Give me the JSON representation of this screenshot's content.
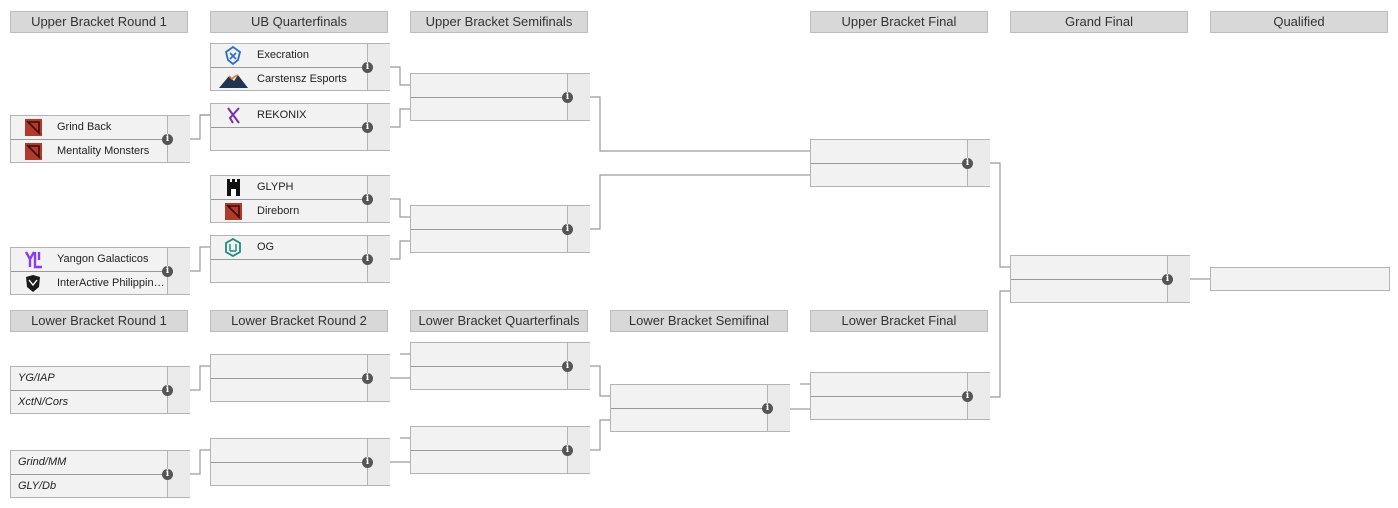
{
  "headers": {
    "ub_r1": "Upper Bracket Round 1",
    "ub_qf": "UB Quarterfinals",
    "ub_sf": "Upper Bracket Semifinals",
    "ub_f": "Upper Bracket Final",
    "gf": "Grand Final",
    "qualified": "Qualified",
    "lb_r1": "Lower Bracket Round 1",
    "lb_r2": "Lower Bracket Round 2",
    "lb_qf": "Lower Bracket Quarterfinals",
    "lb_sf": "Lower Bracket Semifinal",
    "lb_f": "Lower Bracket Final"
  },
  "teams": {
    "execration": "Execration",
    "carstensz": "Carstensz Esports",
    "rekonix": "REKONIX",
    "grind_back": "Grind Back",
    "mentality": "Mentality Monsters",
    "glyph": "GLYPH",
    "direborn": "Direborn",
    "og": "OG",
    "yangon": "Yangon Galacticos",
    "interactive": "InterActive Philippines"
  },
  "placeholders": {
    "yg_iap": "YG/IAP",
    "xctn_cors": "XctN/Cors",
    "grind_mm": "Grind/MM",
    "gly_db": "GLY/Db"
  },
  "info_glyph": "i",
  "colors": {
    "header_bg": "#d8d8d8",
    "match_bg": "#f2f2f2",
    "line": "#9a9a9a",
    "dota_red": "#b23a2a",
    "execration_blue": "#2a6fc4",
    "rekonix_purple": "#7b2fb0",
    "og_teal": "#1c8c7c",
    "yangon_purple": "#8a3df0"
  },
  "icons": {
    "dota": "dota-logo-icon",
    "execration": "execration-logo-icon",
    "carstensz": "carstensz-mountain-logo-icon",
    "rekonix": "rekonix-logo-icon",
    "glyph": "glyph-tower-logo-icon",
    "og": "og-logo-icon",
    "yangon": "yangon-logo-icon",
    "interactive": "interactive-logo-icon",
    "info": "info-icon"
  }
}
